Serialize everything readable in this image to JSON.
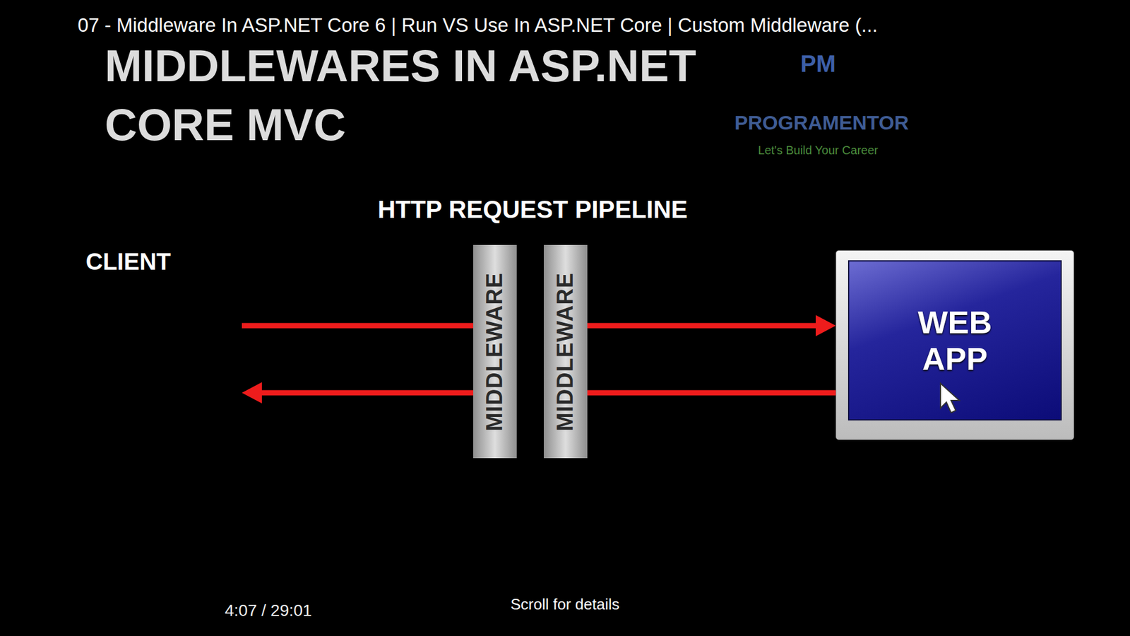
{
  "diagram": {
    "title": "MIDDLEWARES IN ASP.NET CORE MVC",
    "nodes": [
      {
        "text": [
          "CLIENT"
        ]
      },
      {
        "text": [
          "HTTP REQUEST PIPELINE"
        ]
      },
      {
        "text": [
          "MIDDLEWARE"
        ],
        "in": 1
      },
      {
        "text": [
          "MIDDLEWARE"
        ],
        "in": 1
      },
      {
        "text": [
          "WEB APP"
        ]
      }
    ],
    "edges": [
      {
        "from": 0,
        "to": 2,
        "arrow": "none"
      },
      {
        "from": 3,
        "to": 4,
        "arrow": "to"
      },
      {
        "from": 2,
        "to": 0,
        "arrow": "to"
      },
      {
        "from": 4,
        "to": 3,
        "arrow": "none"
      }
    ],
    "labels": [
      "07 - Middleware In ASP.NET Core 6 | Run VS Use In ASP.NET Core | Custom Middleware (...",
      "PM",
      "PROGRAMENTOR",
      "Let's Build Your Career",
      "4:07 / 29:01",
      "Scroll for details"
    ]
  }
}
